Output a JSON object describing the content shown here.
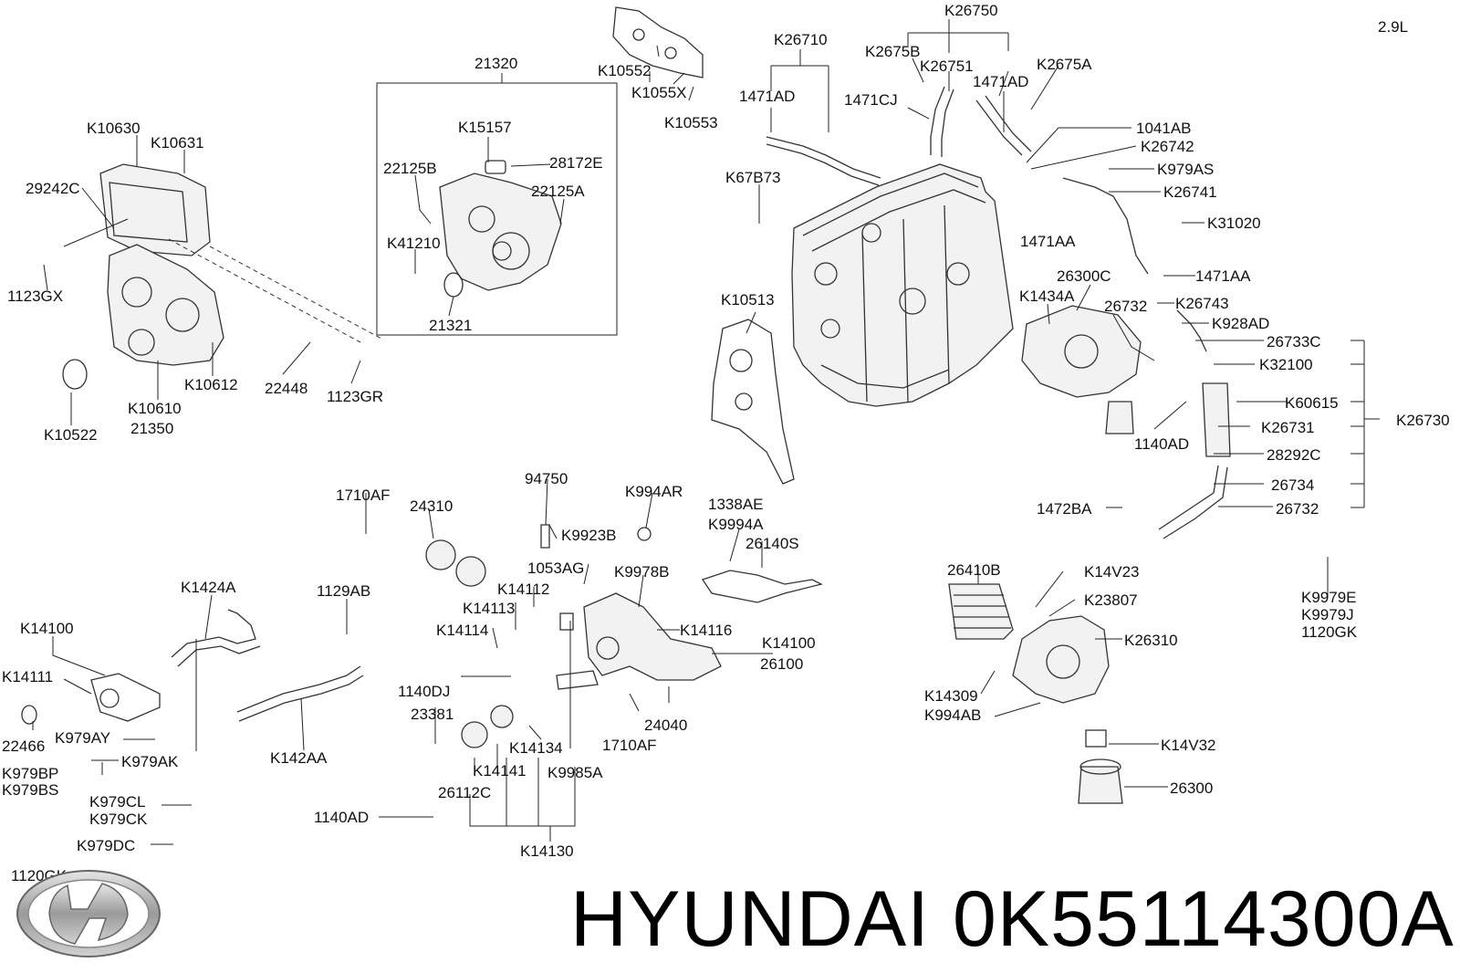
{
  "variant": "2.9L",
  "brand": {
    "name": "HYUNDAI",
    "part_number": "0K55114300A",
    "logo_icon": "hyundai-logo-icon"
  },
  "labels": [
    {
      "text": "K26750"
    },
    {
      "text": "2.9L"
    },
    {
      "text": "K26710"
    },
    {
      "text": "K2675B"
    },
    {
      "text": "K26751"
    },
    {
      "text": "K2675A"
    },
    {
      "text": "1471AD"
    },
    {
      "text": "1471CJ"
    },
    {
      "text": "1471AD"
    },
    {
      "text": "1041AB"
    },
    {
      "text": "K26742"
    },
    {
      "text": "K979AS"
    },
    {
      "text": "K26741"
    },
    {
      "text": "K67B73"
    },
    {
      "text": "K31020"
    },
    {
      "text": "1471AA"
    },
    {
      "text": "26300C"
    },
    {
      "text": "1471AA"
    },
    {
      "text": "K10513"
    },
    {
      "text": "K1434A"
    },
    {
      "text": "K26743"
    },
    {
      "text": "26732"
    },
    {
      "text": "K928AD"
    },
    {
      "text": "26733C"
    },
    {
      "text": "K32100"
    },
    {
      "text": "K60615"
    },
    {
      "text": "K26730"
    },
    {
      "text": "K26731"
    },
    {
      "text": "1140AD"
    },
    {
      "text": "28292C"
    },
    {
      "text": "26734"
    },
    {
      "text": "1472BA"
    },
    {
      "text": "26732"
    },
    {
      "text": "K10552"
    },
    {
      "text": "K1055X"
    },
    {
      "text": "K10553"
    },
    {
      "text": "21320"
    },
    {
      "text": "K15157"
    },
    {
      "text": "22125B"
    },
    {
      "text": "28172E"
    },
    {
      "text": "22125A"
    },
    {
      "text": "K41210"
    },
    {
      "text": "21321"
    },
    {
      "text": "K10630"
    },
    {
      "text": "K10631"
    },
    {
      "text": "29242C"
    },
    {
      "text": "1123GX"
    },
    {
      "text": "K10612"
    },
    {
      "text": "22448"
    },
    {
      "text": "1123GR"
    },
    {
      "text": "K10610"
    },
    {
      "text": "21350"
    },
    {
      "text": "K10522"
    },
    {
      "text": "1710AF"
    },
    {
      "text": "24310"
    },
    {
      "text": "94750"
    },
    {
      "text": "K994AR"
    },
    {
      "text": "1338AE"
    },
    {
      "text": "K9923B"
    },
    {
      "text": "K9994A"
    },
    {
      "text": "26140S"
    },
    {
      "text": "1053AG"
    },
    {
      "text": "K9978B"
    },
    {
      "text": "K14112"
    },
    {
      "text": "K14113"
    },
    {
      "text": "K14114"
    },
    {
      "text": "K14116"
    },
    {
      "text": "K14100"
    },
    {
      "text": "26100"
    },
    {
      "text": "1140DJ"
    },
    {
      "text": "23381"
    },
    {
      "text": "24040"
    },
    {
      "text": "1710AF"
    },
    {
      "text": "K14134"
    },
    {
      "text": "K14141"
    },
    {
      "text": "K9985A"
    },
    {
      "text": "26112C"
    },
    {
      "text": "1140AD"
    },
    {
      "text": "K14130"
    },
    {
      "text": "K1424A"
    },
    {
      "text": "1129AB"
    },
    {
      "text": "K14100"
    },
    {
      "text": "K14111"
    },
    {
      "text": "22466"
    },
    {
      "text": "K979AY"
    },
    {
      "text": "K979AK"
    },
    {
      "text": "K979BP"
    },
    {
      "text": "K979BS"
    },
    {
      "text": "K142AA"
    },
    {
      "text": "K979CL"
    },
    {
      "text": "K979CK"
    },
    {
      "text": "K979DC"
    },
    {
      "text": "1120GK"
    },
    {
      "text": "26410B"
    },
    {
      "text": "K14V23"
    },
    {
      "text": "K23807"
    },
    {
      "text": "K26310"
    },
    {
      "text": "K14309"
    },
    {
      "text": "K994AB"
    },
    {
      "text": "K14V32"
    },
    {
      "text": "26300"
    },
    {
      "text": "K9979E"
    },
    {
      "text": "K9979J"
    },
    {
      "text": "1120GK"
    }
  ]
}
